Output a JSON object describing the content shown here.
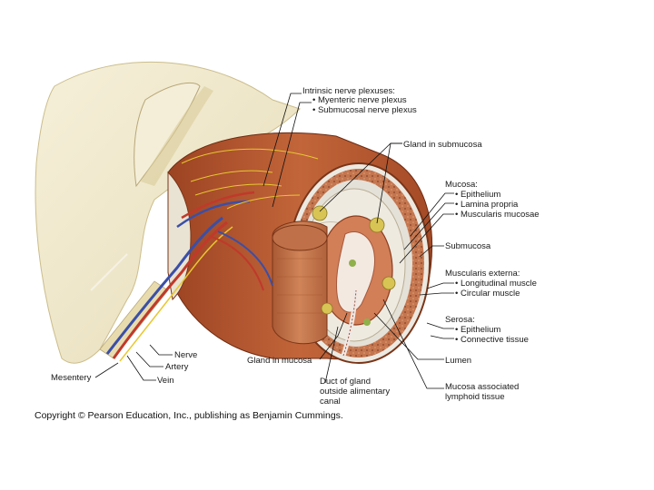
{
  "labels": {
    "intrinsic_title": "Intrinsic nerve plexuses:",
    "myenteric": "• Myenteric nerve plexus",
    "submucosal_plexus": "• Submucosal nerve plexus",
    "gland_submucosa": "Gland in submucosa",
    "mucosa_title": "Mucosa:",
    "mucosa_epithelium": "• Epithelium",
    "lamina_propria": "• Lamina propria",
    "muscularis_mucosae": "• Muscularis mucosae",
    "submucosa": "Submucosa",
    "muscularis_externa_title": "Muscularis externa:",
    "longitudinal": "• Longitudinal muscle",
    "circular": "• Circular muscle",
    "serosa_title": "Serosa:",
    "serosa_epithelium": "• Epithelium",
    "connective": "• Connective tissue",
    "lumen": "Lumen",
    "malt": "Mucosa associated lymphoid tissue",
    "duct": "Duct of gland outside alimentary canal",
    "gland_mucosa": "Gland in mucosa",
    "nerve": "Nerve",
    "artery": "Artery",
    "vein": "Vein",
    "mesentery": "Mesentery"
  },
  "copyright": "Copyright © Pearson Education, Inc., publishing as Benjamin Cummings.",
  "colors": {
    "background": "#ffffff",
    "mesentery": "#efe6c8",
    "muscle": "#b5562f",
    "muscle_dark": "#8e3b1d",
    "submucosa": "#ebe8e0",
    "mucosa": "#c7653a",
    "artery": "#c0392b",
    "vein": "#3a4fa8",
    "nerve": "#e8c832",
    "leader_line": "#111111"
  }
}
